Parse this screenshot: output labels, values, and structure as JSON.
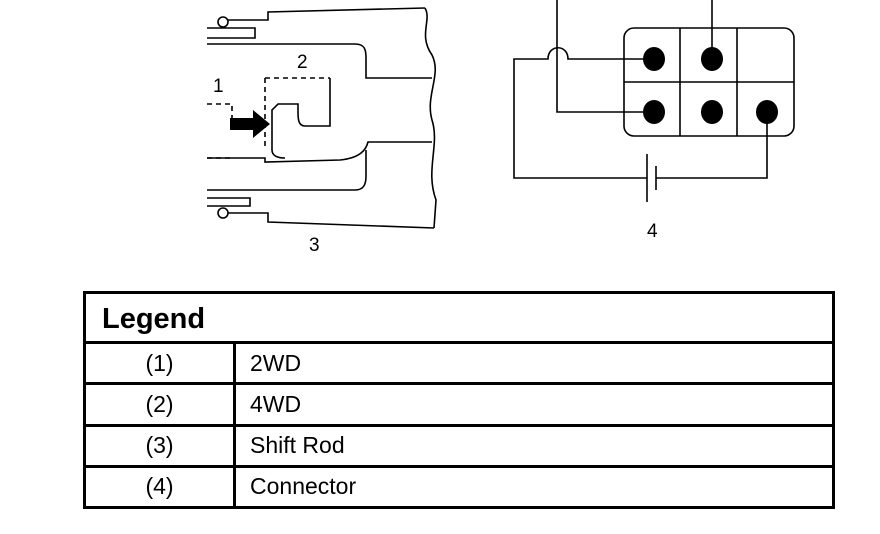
{
  "diagram": {
    "callouts": [
      "1",
      "2",
      "3",
      "4"
    ]
  },
  "legend": {
    "title": "Legend",
    "rows": [
      {
        "key": "(1)",
        "value": "2WD"
      },
      {
        "key": "(2)",
        "value": "4WD"
      },
      {
        "key": "(3)",
        "value": "Shift Rod"
      },
      {
        "key": "(4)",
        "value": "Connector"
      }
    ]
  }
}
